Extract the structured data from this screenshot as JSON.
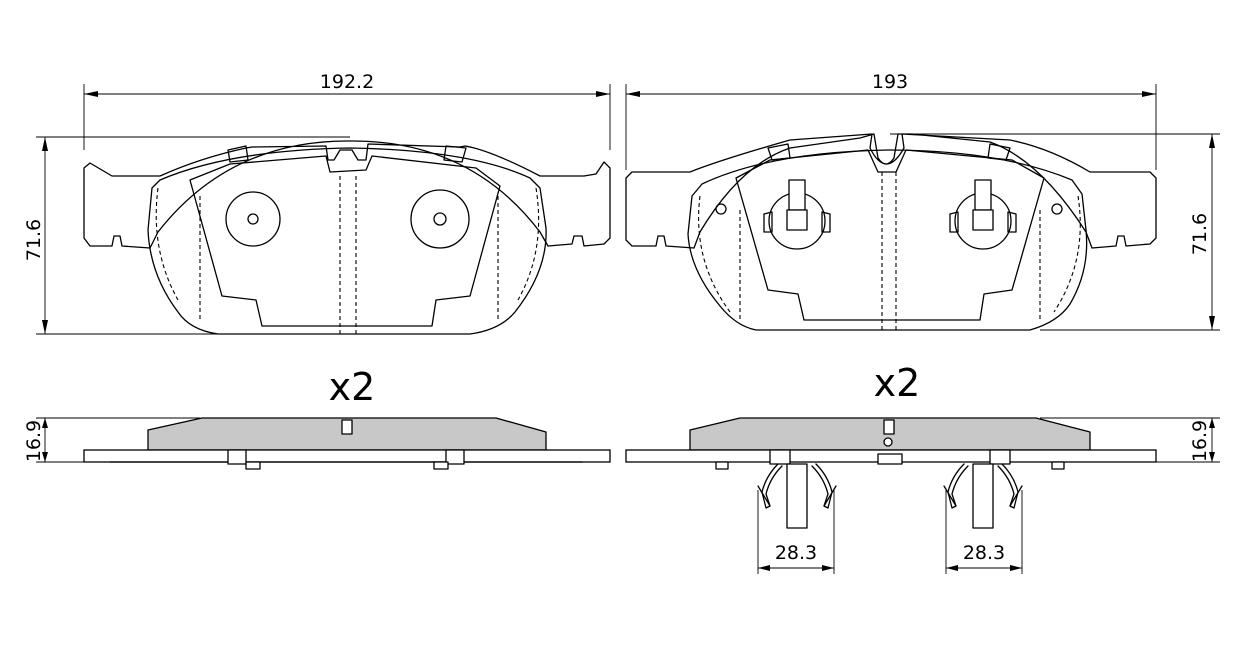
{
  "left_pad": {
    "width_dimension": "192.2",
    "height_dimension": "71.6",
    "thickness_dimension": "16.9",
    "quantity": "x2"
  },
  "right_pad": {
    "width_dimension": "193",
    "height_dimension": "71.6",
    "thickness_dimension": "16.9",
    "quantity": "x2",
    "sensor_spacing_left": "28.3",
    "sensor_spacing_right": "28.3"
  }
}
